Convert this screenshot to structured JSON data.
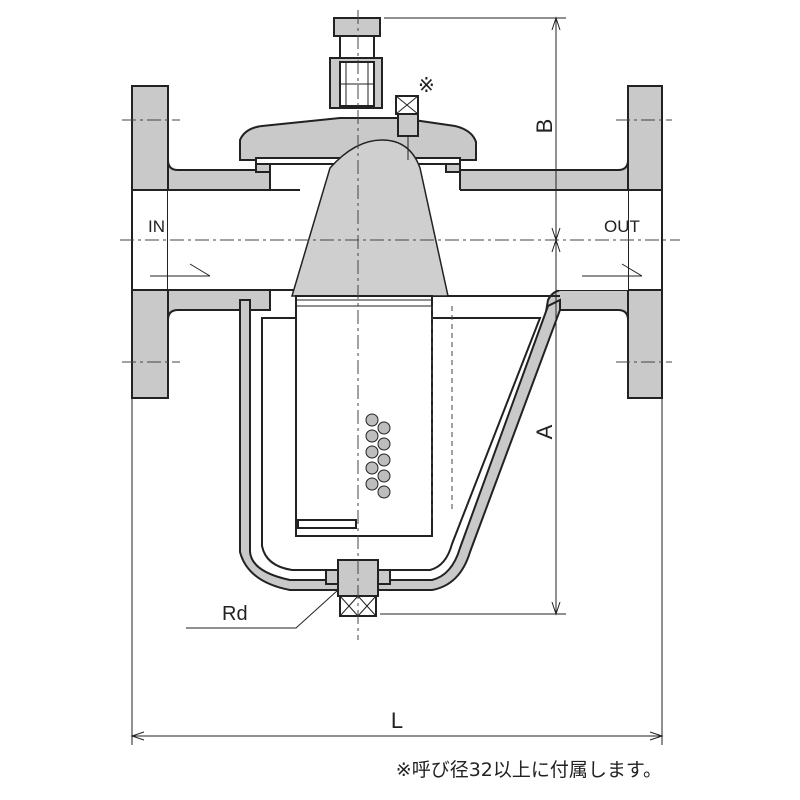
{
  "labels": {
    "inlet": "IN",
    "outlet": "OUT",
    "dim_a": "A",
    "dim_b": "B",
    "dim_l": "L",
    "drain": "Rd",
    "asterisk_mark": "※"
  },
  "note": "※呼び径32以上に付属します。"
}
